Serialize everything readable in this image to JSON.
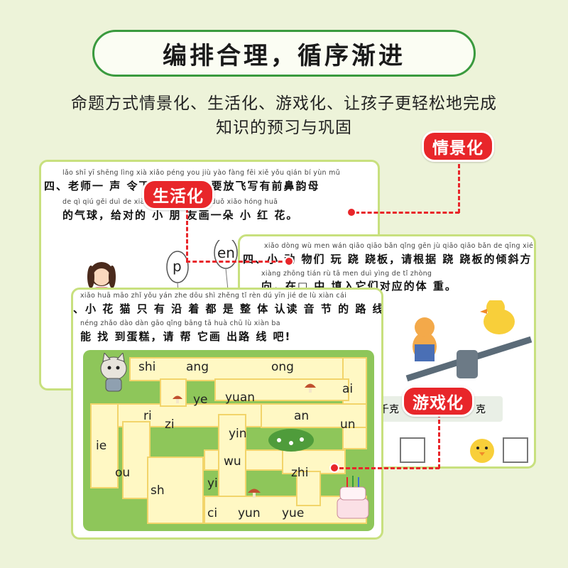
{
  "header": {
    "title": "编排合理，循序渐进"
  },
  "subtitle": {
    "line1": "命题方式情景化、生活化、游戏化、让孩子更轻松地完成",
    "line2": "知识的预习与巩固"
  },
  "tags": {
    "qingjing": "情景化",
    "shenghuo": "生活化",
    "youxi": "游戏化"
  },
  "card1": {
    "pinyin1": "lǎo shī  yī  shēng lìng xià     xiǎo péng you  jiù yào fàng fēi  xiě yǒu qián  bí  yùn mǔ",
    "line1": "四、老师一 声 令下，小朋友就要放飞写有前鼻韵母",
    "pinyin2": "de qì qiú     gěi duì de  xiǎo péng you huà yì duǒ xiǎo hóng huā",
    "line2": "的气球，给对的 小 朋 友画一朵 小 红 花。",
    "balloon1": "p",
    "balloon2": "en"
  },
  "card2": {
    "pinyin1": "xiǎo dòng wù men wán qiāo qiāo bǎn     qǐng gēn  jù  qiāo qiāo bǎn de qīng xié fāng",
    "line1": "四、小 动 物们 玩 跷 跷板，请根据 跷 跷板的倾斜方",
    "pinyin2": "xiàng     zhōng tián rù  tā men duì yìng de  tǐ  zhòng",
    "line2": "向，在□ 中 填入它们对应的体 重。",
    "weight1": "千克",
    "weight2": "克"
  },
  "card3": {
    "pinyin1": "xiǎo huā māo zhǐ yǒu yán zhe dōu shì zhěng  tǐ  rèn dú yīn jié de  lù  xiàn cái",
    "line1": "、小 花 猫 只 有 沿 着 都 是 整 体 认读 音 节 的 路 线 才",
    "pinyin2": "néng zhǎo dào dàn gāo     qǐng bāng tā huà chū lù xiàn ba",
    "line2": "能 找 到蛋糕，请 帮 它画 出路 线 吧!",
    "syllables": [
      "shi",
      "ang",
      "ong",
      "ai",
      "ye",
      "yuan",
      "ri",
      "zi",
      "an",
      "un",
      "ie",
      "yin",
      "wu",
      "ou",
      "yi",
      "zhi",
      "sh",
      "ci",
      "yun",
      "yue"
    ]
  },
  "colors": {
    "accent": "#e8262a",
    "border": "#c8e07e",
    "banner_border": "#3a9a3e",
    "background": "#edf3d9"
  }
}
